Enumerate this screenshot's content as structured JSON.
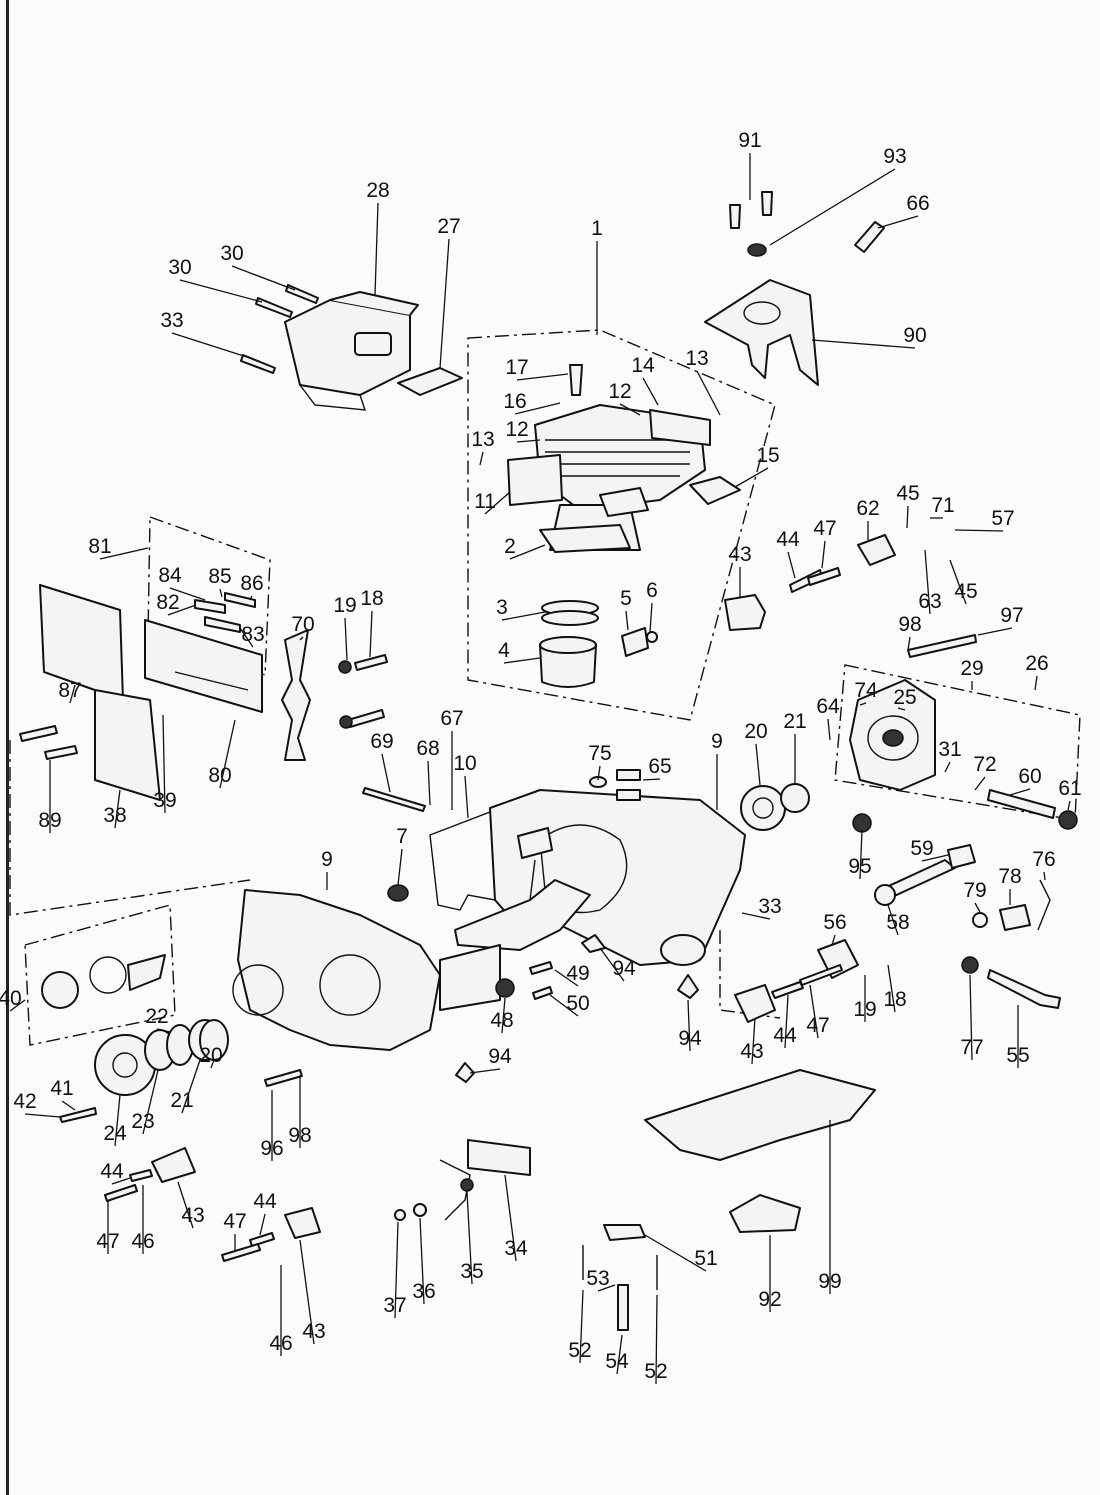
{
  "diagram": {
    "part_numbers": [
      "1",
      "2",
      "3",
      "4",
      "5",
      "6",
      "7",
      "9",
      "10",
      "11",
      "12",
      "13",
      "14",
      "15",
      "16",
      "17",
      "18",
      "19",
      "20",
      "21",
      "22",
      "23",
      "24",
      "25",
      "26",
      "27",
      "28",
      "29",
      "30",
      "31",
      "33",
      "34",
      "35",
      "36",
      "37",
      "38",
      "39",
      "40",
      "41",
      "42",
      "43",
      "44",
      "45",
      "46",
      "47",
      "48",
      "49",
      "50",
      "51",
      "52",
      "53",
      "54",
      "55",
      "56",
      "57",
      "58",
      "59",
      "60",
      "61",
      "62",
      "63",
      "64",
      "65",
      "66",
      "67",
      "68",
      "69",
      "70",
      "71",
      "72",
      "74",
      "75",
      "76",
      "77",
      "78",
      "79",
      "80",
      "81",
      "82",
      "83",
      "84",
      "85",
      "86",
      "87",
      "89",
      "90",
      "91",
      "92",
      "93",
      "94",
      "95",
      "96",
      "97",
      "98",
      "99"
    ]
  }
}
